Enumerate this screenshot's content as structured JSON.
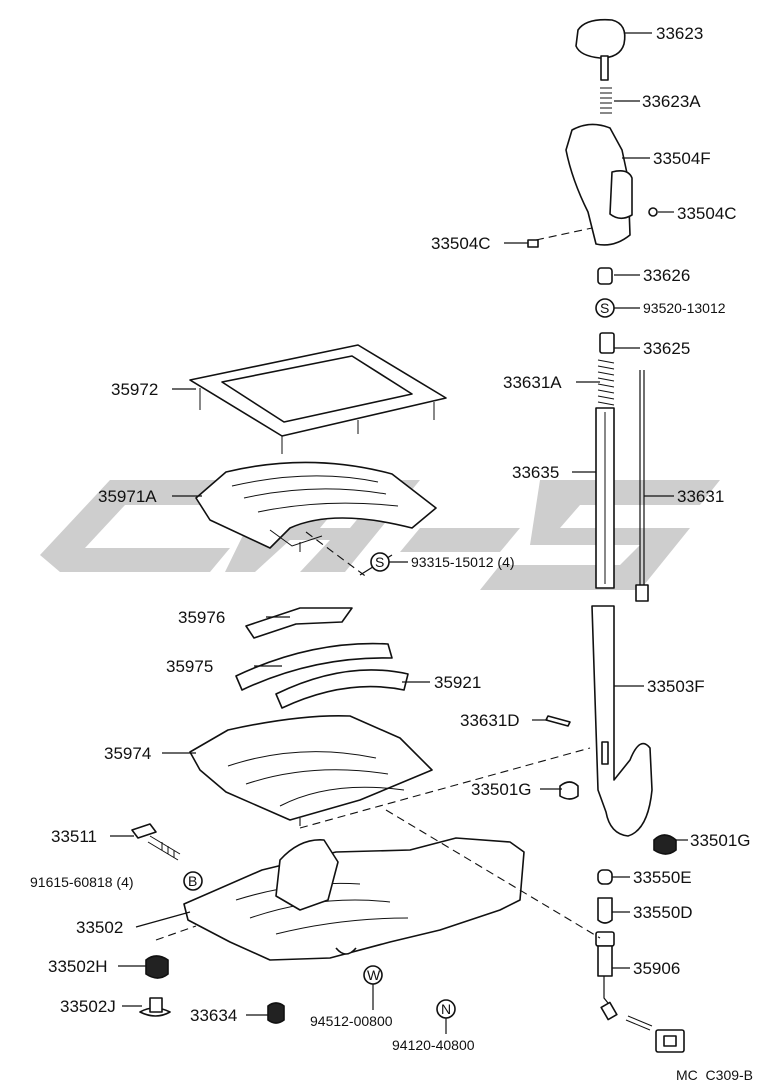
{
  "diagram_code": "MC  C309-B",
  "watermark_text": "",
  "parts": [
    {
      "label": "33623"
    },
    {
      "label": "33623A"
    },
    {
      "label": "33504F"
    },
    {
      "label": "33504C"
    },
    {
      "label": "33504C"
    },
    {
      "label": "33626"
    },
    {
      "label": "93520-13012",
      "symbol": "S"
    },
    {
      "label": "33625"
    },
    {
      "label": "33631A"
    },
    {
      "label": "35972"
    },
    {
      "label": "33635"
    },
    {
      "label": "33631"
    },
    {
      "label": "35971A"
    },
    {
      "label": "93315-15012 (4)",
      "symbol": "S"
    },
    {
      "label": "35976"
    },
    {
      "label": "35975"
    },
    {
      "label": "35921"
    },
    {
      "label": "33503F"
    },
    {
      "label": "33631D"
    },
    {
      "label": "35974"
    },
    {
      "label": "33501G"
    },
    {
      "label": "33511"
    },
    {
      "label": "33501G"
    },
    {
      "label": "91615-60818 (4)",
      "symbol": "B"
    },
    {
      "label": "33550E"
    },
    {
      "label": "33502"
    },
    {
      "label": "33550D"
    },
    {
      "label": "33502H"
    },
    {
      "label": "35906"
    },
    {
      "label": "94512-00800",
      "symbol": "W"
    },
    {
      "label": "33502J"
    },
    {
      "label": "33634"
    },
    {
      "label": "94120-40800",
      "symbol": "N"
    }
  ]
}
